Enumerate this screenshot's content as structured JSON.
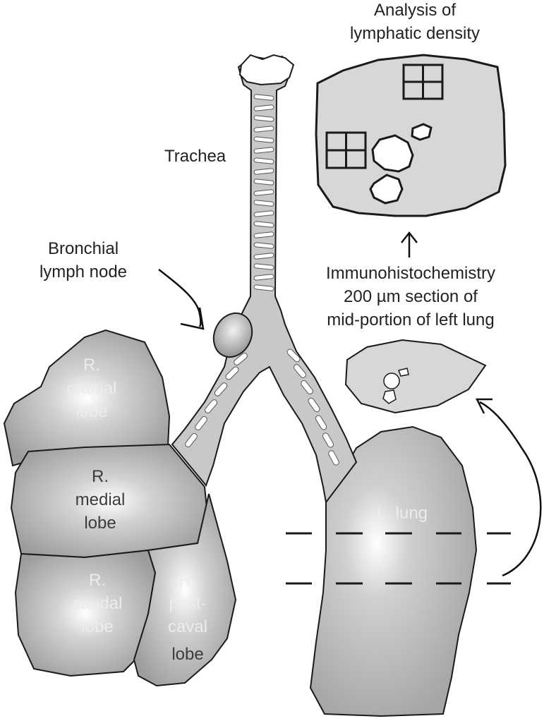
{
  "labels": {
    "analysis_line1": "Analysis of",
    "analysis_line2": "lymphatic density",
    "trachea": "Trachea",
    "bronchial_line1": "Bronchial",
    "bronchial_line2": "lymph node",
    "ihc_line1": "Immunohistochemistry",
    "ihc_line2": "200 µm section of",
    "ihc_line3": "mid-portion of left lung",
    "r_cranial_1": "R.",
    "r_cranial_2": "cranial",
    "r_cranial_3": "lobe",
    "r_medial_1": "R.",
    "r_medial_2": "medial",
    "r_medial_3": "lobe",
    "r_caudal_1": "R.",
    "r_caudal_2": "caudal",
    "r_caudal_3": "lobe",
    "r_postcaval_1": "R.",
    "r_postcaval_2": "post-",
    "r_postcaval_3": "caval",
    "r_postcaval_4": "lobe",
    "l_lung": "L. lung"
  },
  "colors": {
    "lobe_fill": "#a6a6a6",
    "lobe_highlight": "#ffffff",
    "airway_fill": "#c8c8c8",
    "section_fill": "#d7d7d7",
    "outline": "#1a1a1a",
    "lobe_label_light": "#ededed",
    "lobe_label_dark": "#3c3c3c",
    "text": "#222222"
  }
}
